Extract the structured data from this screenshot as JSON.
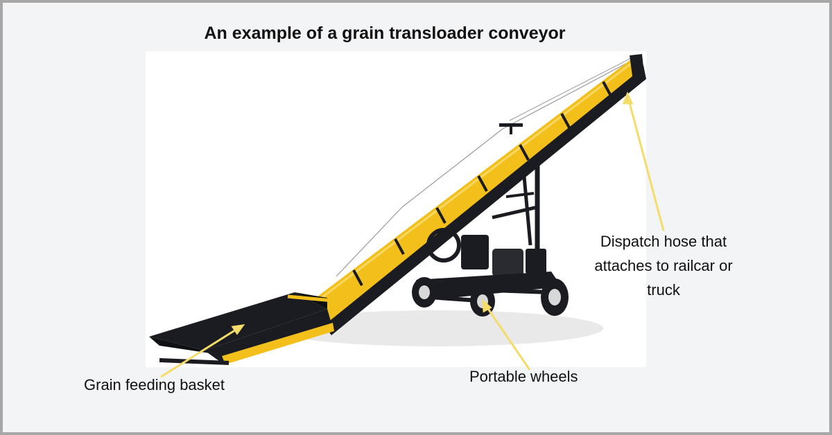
{
  "title": "An example of a grain transloader conveyor",
  "labels": {
    "basket": "Grain feeding basket",
    "wheels": "Portable wheels",
    "hose": "Dispatch hose that attaches to railcar or truck"
  },
  "colors": {
    "background": "#f3f4f6",
    "frame": "#a7a7a7",
    "conveyor_yellow": "#f2bf1b",
    "conveyor_black": "#1b1c22",
    "pointer": "#f3dc6a"
  }
}
